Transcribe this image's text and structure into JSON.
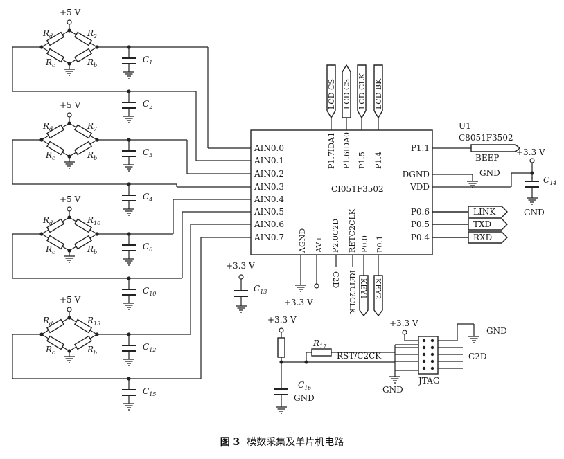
{
  "supply": {
    "v5": "+5 V",
    "v33": "+3.3 V",
    "gnd": "GND"
  },
  "bridges": [
    {
      "rd": "R",
      "rd_sub": "d",
      "rx": "R",
      "rx_sub": "2",
      "rc": "R",
      "rc_sub": "c",
      "rb": "R",
      "rb_sub": "b"
    },
    {
      "rd": "R",
      "rd_sub": "d",
      "rx": "R",
      "rx_sub": "7",
      "rc": "R",
      "rc_sub": "c",
      "rb": "R",
      "rb_sub": "b"
    },
    {
      "rd": "R",
      "rd_sub": "d",
      "rx": "R",
      "rx_sub": "10",
      "rc": "R",
      "rc_sub": "c",
      "rb": "R",
      "rb_sub": "b"
    },
    {
      "rd": "R",
      "rd_sub": "d",
      "rx": "R",
      "rx_sub": "13",
      "rc": "R",
      "rc_sub": "c",
      "rb": "R",
      "rb_sub": "b"
    }
  ],
  "caps": {
    "c1": [
      "C",
      "1"
    ],
    "c2": [
      "C",
      "2"
    ],
    "c3": [
      "C",
      "3"
    ],
    "c4": [
      "C",
      "4"
    ],
    "c6": [
      "C",
      "6"
    ],
    "c10": [
      "C",
      "10"
    ],
    "c12": [
      "C",
      "12"
    ],
    "c15": [
      "C",
      "15"
    ],
    "c13": [
      "C",
      "13"
    ],
    "c14": [
      "C",
      "14"
    ],
    "c16": [
      "C",
      "16"
    ]
  },
  "mcu": {
    "name": "CI051F3502",
    "left_pins": [
      "AIN0.0",
      "AIN0.1",
      "AIN0.2",
      "AIN0.3",
      "AIN0.4",
      "AIN0.5",
      "AIN0.6",
      "AIN0.7"
    ],
    "top_pins": [
      "P1.7IDA1",
      "P1.6IDA0",
      "P1.5",
      "P1.4"
    ],
    "bottom_pins": [
      "AGND",
      "AV+",
      "P2.0C2D",
      "RETC2CLK",
      "P0.0",
      "P0.1"
    ],
    "right_pins": [
      "P1.1",
      "DGND",
      "VDD",
      "P0.6",
      "P0.5",
      "P0.4"
    ]
  },
  "u1": {
    "ref": "U1",
    "part": "C8051F3502"
  },
  "ports": {
    "lcd": [
      "LCD CS",
      "LCD CS",
      "LCD CLK",
      "LCD BK"
    ],
    "beep": "BEEP",
    "link": "LINK",
    "txd": "TXD",
    "rxd": "RXD",
    "key1": "KEY1",
    "key2": "KEY2",
    "c2d": "C2D",
    "retc2clk": "RETC2CLK"
  },
  "reset": {
    "r17": [
      "R",
      "17"
    ],
    "net": "RST/C2CK",
    "jtag": "JTAG",
    "c2d": "C2D"
  },
  "caption": {
    "fig": "图 3",
    "text": "模数采集及单片机电路"
  }
}
